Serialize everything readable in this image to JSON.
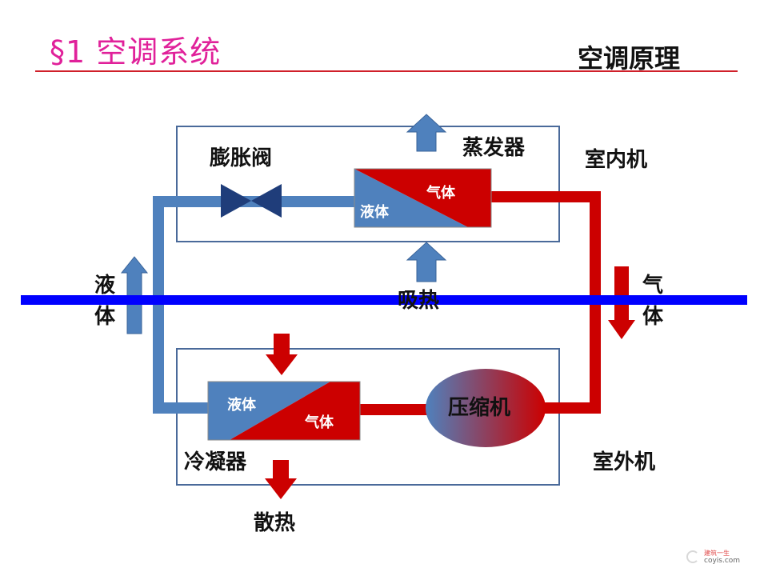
{
  "header": {
    "title": "§1 空调系统",
    "subtitle": "空调原理"
  },
  "diagram": {
    "indoor_unit": "室内机",
    "outdoor_unit": "室外机",
    "evaporator": "蒸发器",
    "expansion_valve": "膨胀阀",
    "condenser": "冷凝器",
    "compressor": "压缩机",
    "liquid": "液体",
    "gas": "气体",
    "absorb_heat": "吸热",
    "release_heat": "散热",
    "left_flow_label": "液体",
    "right_flow_label": "气体"
  },
  "colors": {
    "liquid_blue": "#4f81bd",
    "gas_red": "#cc0000",
    "valve_navy": "#1f3d7a",
    "divider_blue": "#0000ff",
    "title_pink": "#e0219a",
    "rule_red": "#d0202a"
  },
  "watermark": {
    "brand": "建筑一生",
    "site": "coyis.com"
  }
}
